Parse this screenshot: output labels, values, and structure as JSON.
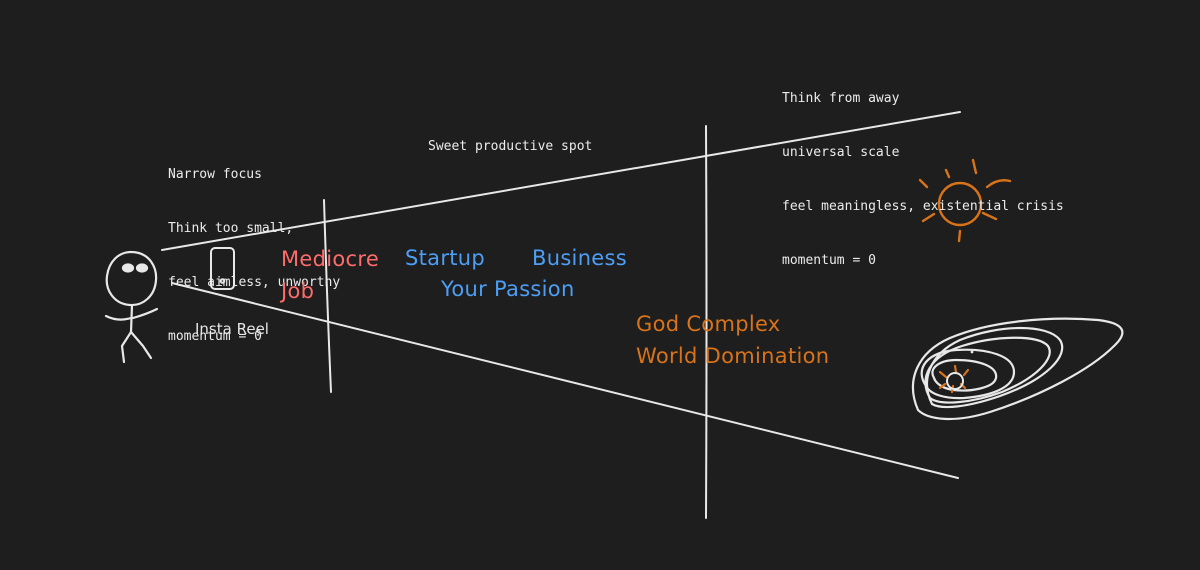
{
  "notes": {
    "narrow": [
      "Narrow focus",
      "Think too small,",
      "feel aimless, unworthy",
      "momentum = 0"
    ],
    "sweet_spot": "Sweet productive spot",
    "wide": [
      "Think from away",
      "universal scale",
      "feel meaningless, existential crisis",
      "momentum = 0"
    ]
  },
  "labels": {
    "insta_reel": "Insta Reel",
    "mediocre_job": [
      "Mediocre",
      "Job"
    ],
    "startup": "Startup",
    "business": "Business",
    "your_passion": "Your Passion",
    "god_complex": [
      "God Complex",
      "World Domination"
    ]
  },
  "colors": {
    "background": "#1e1e1e",
    "stroke": "#ececec",
    "red": "#ff6b6b",
    "blue": "#4d9ef5",
    "orange": "#d9731a"
  },
  "icons": [
    "stick-figure-icon",
    "phone-icon",
    "sun-icon",
    "galaxy-icon"
  ]
}
